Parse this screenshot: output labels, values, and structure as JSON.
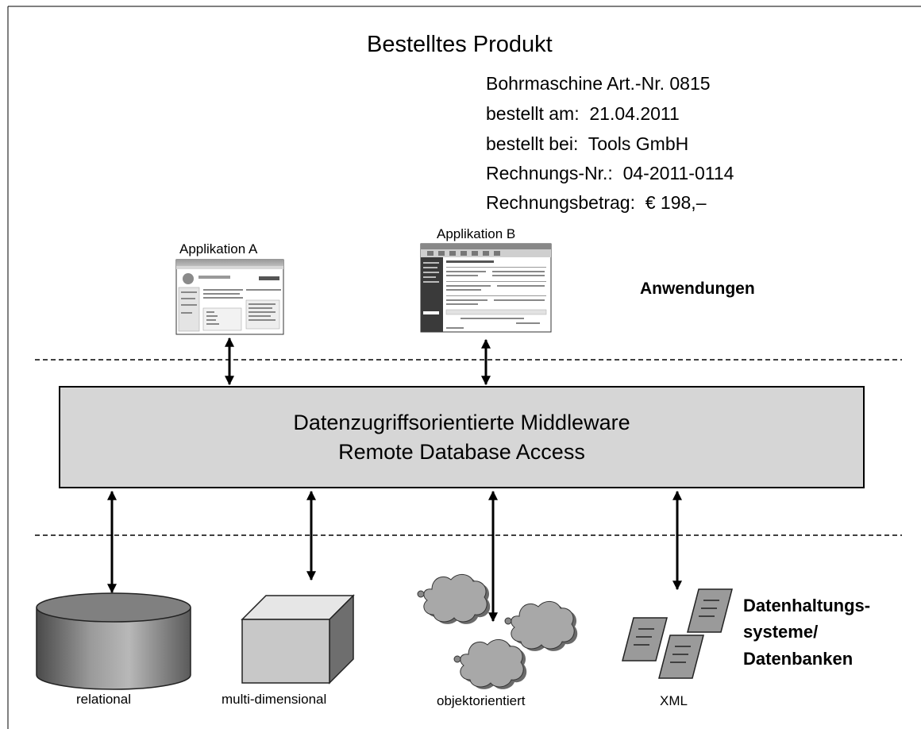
{
  "product": {
    "title": "Bestelltes Produkt",
    "lines": [
      "Bohrmaschine Art.-Nr. 0815",
      "bestellt am:  21.04.2011",
      "bestellt bei:  Tools GmbH",
      "Rechnungs-Nr.:  04-2011-0114",
      "Rechnungsbetrag:  € 198,–"
    ]
  },
  "applications": {
    "app_a": "Applikation A",
    "app_b": "Applikation B",
    "layer_label": "Anwendungen"
  },
  "middleware": {
    "line1": "Datenzugriffsorientierte Middleware",
    "line2": "Remote Database Access"
  },
  "datastores": {
    "relational": "relational",
    "multidimensional": "multi-dimensional",
    "object": "objektorientiert",
    "xml": "XML",
    "layer_label": [
      "Datenhaltungs-",
      "systeme/",
      "Datenbanken"
    ]
  },
  "colors": {
    "middleware_fill": "#d6d6d6",
    "shape_dark": "#707070",
    "shape_light": "#cfcfcf"
  }
}
